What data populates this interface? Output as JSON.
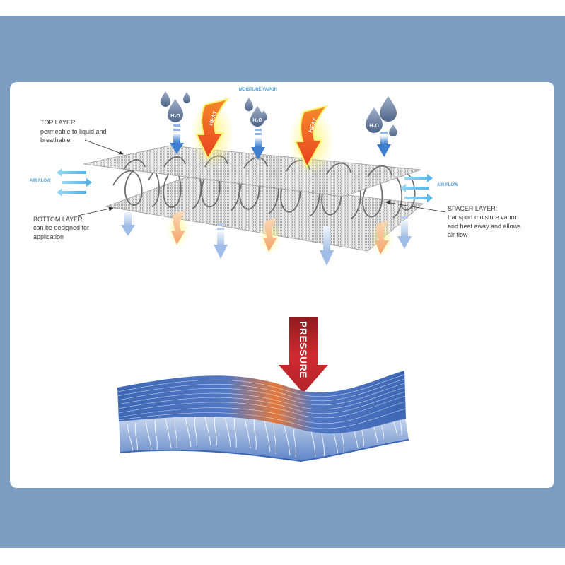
{
  "labels": {
    "moisture_vapor": "MOISTURE VAPOR",
    "top_layer_title": "TOP LAYER",
    "top_layer_line1": "permeable to liquid and",
    "top_layer_line2": "breathable",
    "bottom_layer_title": "BOTTOM LAYER",
    "bottom_layer_line1": "can be designed for",
    "bottom_layer_line2": "application",
    "spacer_layer_title": "SPACER LAYER:",
    "spacer_layer_line1": "transport moisture vapor",
    "spacer_layer_line2": "and heat away and allows",
    "spacer_layer_line3": "air flow",
    "air_flow_left": "AIR FLOW",
    "air_flow_right": "AIR FLOW",
    "heat_1": "HEAT",
    "heat_2": "HEAT",
    "h2o_1": "H₂O",
    "h2o_2": "H₂O",
    "h2o_3": "H₂O",
    "pressure": "PRESSURE"
  },
  "colors": {
    "frame": "#7d9dc0",
    "card": "#ffffff",
    "water_drop": "#5a6f8f",
    "down_arrow": "#3e7fd0",
    "air_flow": "#6cc1ec",
    "heat_orange": "#f26a21",
    "heat_glow": "#fff36b",
    "pressure_red": "#c4252b",
    "fabric_blue": "#3d67b5",
    "fabric_orange": "#e4793b"
  }
}
